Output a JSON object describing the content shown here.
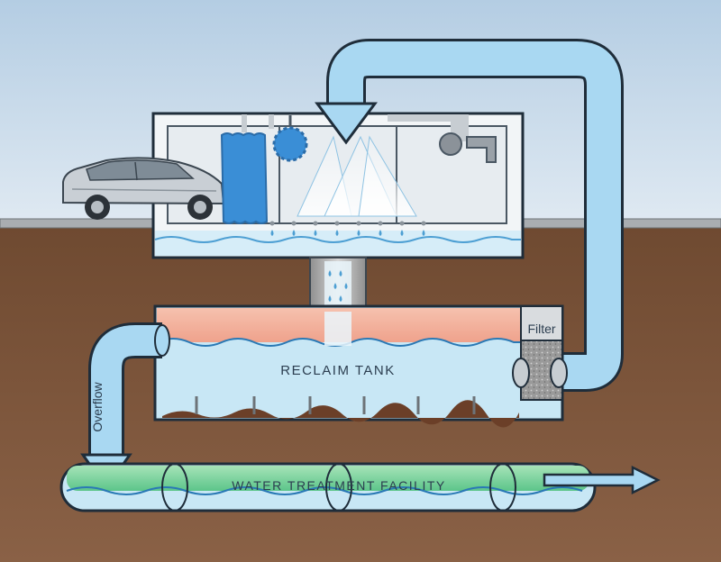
{
  "labels": {
    "reclaim_tank": "RECLAIM TANK",
    "filter": "Filter",
    "overflow": "Overflow",
    "water_treatment": "WATER TREATMENT FACILITY"
  },
  "colors": {
    "sky": "#c3d8ea",
    "ground": "#7a5237",
    "water": "#c8e7f5",
    "pipe_flow": "#a9d8f2",
    "sludge_layer": "#f2b3a0",
    "treatment_band": "#7fd39c",
    "outline": "#1f2d3a"
  },
  "icons": [
    "car-icon",
    "brush-icon",
    "spray-nozzle-icon",
    "dryer-icon",
    "filter-icon",
    "flow-arrow-icon"
  ]
}
